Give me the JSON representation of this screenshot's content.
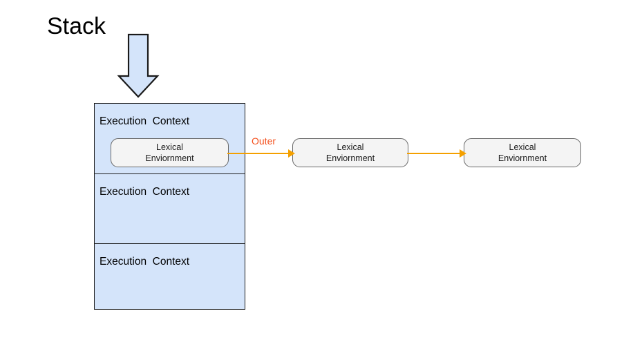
{
  "diagram": {
    "title": "Stack",
    "accent_orange": "#f4a000",
    "outer_label_color": "#f4511e",
    "stack_fill": "#d4e4fa",
    "stack_border": "#1a1a1a",
    "lex_box_fill": "#f4f4f4",
    "lex_box_border": "#666666"
  },
  "stack": {
    "title": "Stack",
    "cells": [
      {
        "label": "Execution  Context"
      },
      {
        "label": "Execution  Context"
      },
      {
        "label": "Execution  Context"
      }
    ]
  },
  "lexical_environments": [
    {
      "label": "Lexical\nEnviornment"
    },
    {
      "label": "Lexical\nEnviornment"
    },
    {
      "label": "Lexical\nEnviornment"
    }
  ],
  "connectors": [
    {
      "label": "Outer",
      "from": "lexical-environment-0",
      "to": "lexical-environment-1"
    },
    {
      "label": "",
      "from": "lexical-environment-1",
      "to": "lexical-environment-2"
    }
  ],
  "icons": {
    "down_arrow": "down-arrow-icon",
    "right_arrow": "right-arrow-icon"
  }
}
